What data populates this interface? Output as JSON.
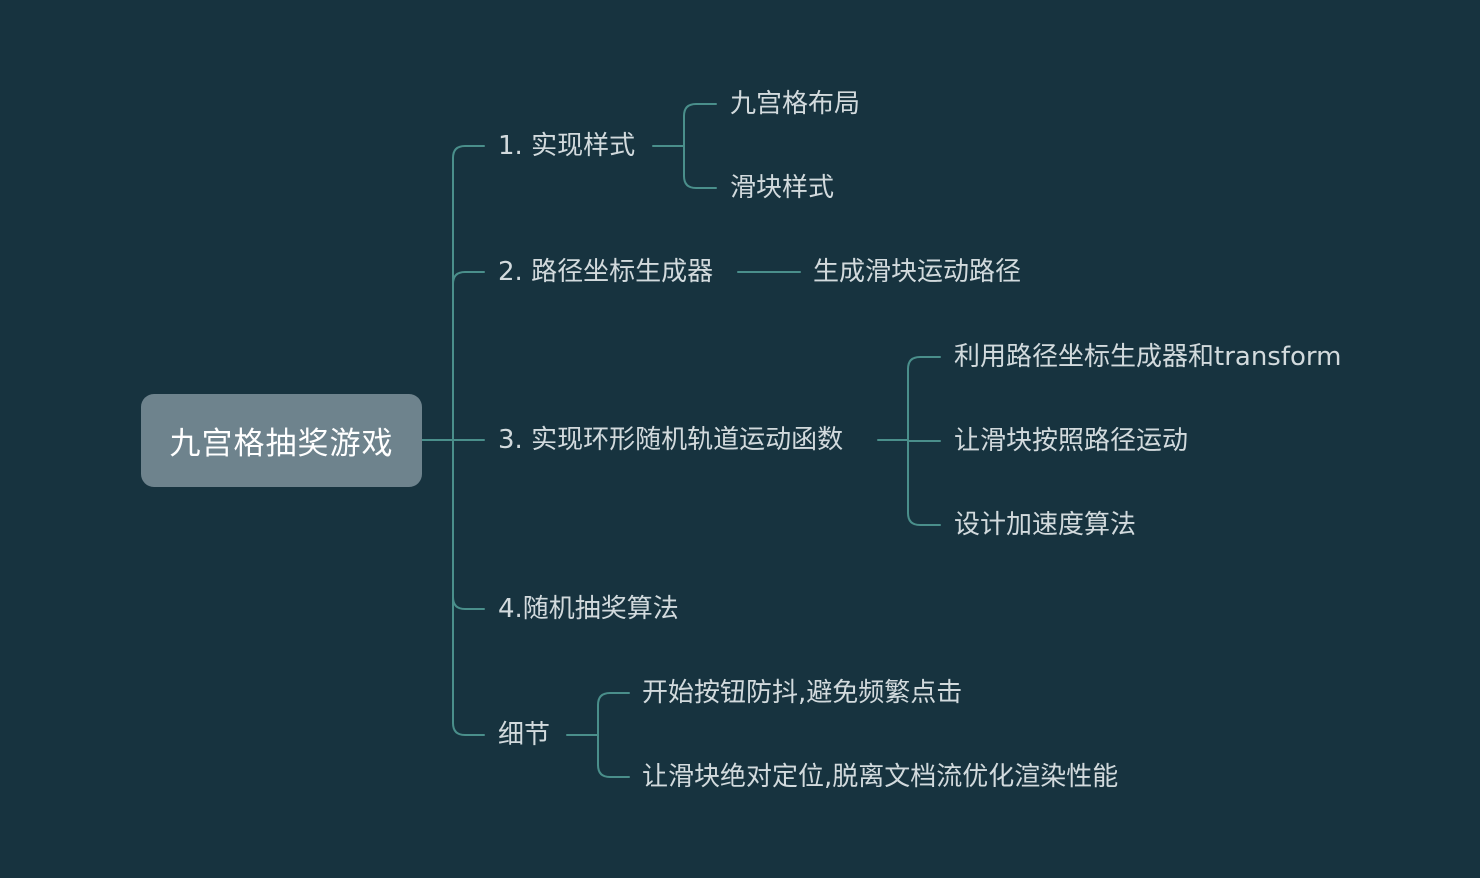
{
  "colors": {
    "background": "#17333f",
    "edge": "#4a8f8b",
    "root_fill": "#6e838d",
    "root_text": "#ffffff",
    "node_text": "#d2dadd"
  },
  "mindmap": {
    "root": {
      "label": "九宫格抽奖游戏"
    },
    "branches": [
      {
        "label": "1. 实现样式",
        "children": [
          {
            "label": "九宫格布局"
          },
          {
            "label": "滑块样式"
          }
        ]
      },
      {
        "label": "2. 路径坐标生成器",
        "children": [
          {
            "label": "生成滑块运动路径"
          }
        ]
      },
      {
        "label": "3. 实现环形随机轨道运动函数",
        "children": [
          {
            "label": "利用路径坐标生成器和transform"
          },
          {
            "label": "让滑块按照路径运动"
          },
          {
            "label": "设计加速度算法"
          }
        ]
      },
      {
        "label": "4.随机抽奖算法",
        "children": []
      },
      {
        "label": "细节",
        "children": [
          {
            "label": "开始按钮防抖,避免频繁点击"
          },
          {
            "label": "让滑块绝对定位,脱离文档流优化渲染性能"
          }
        ]
      }
    ]
  }
}
